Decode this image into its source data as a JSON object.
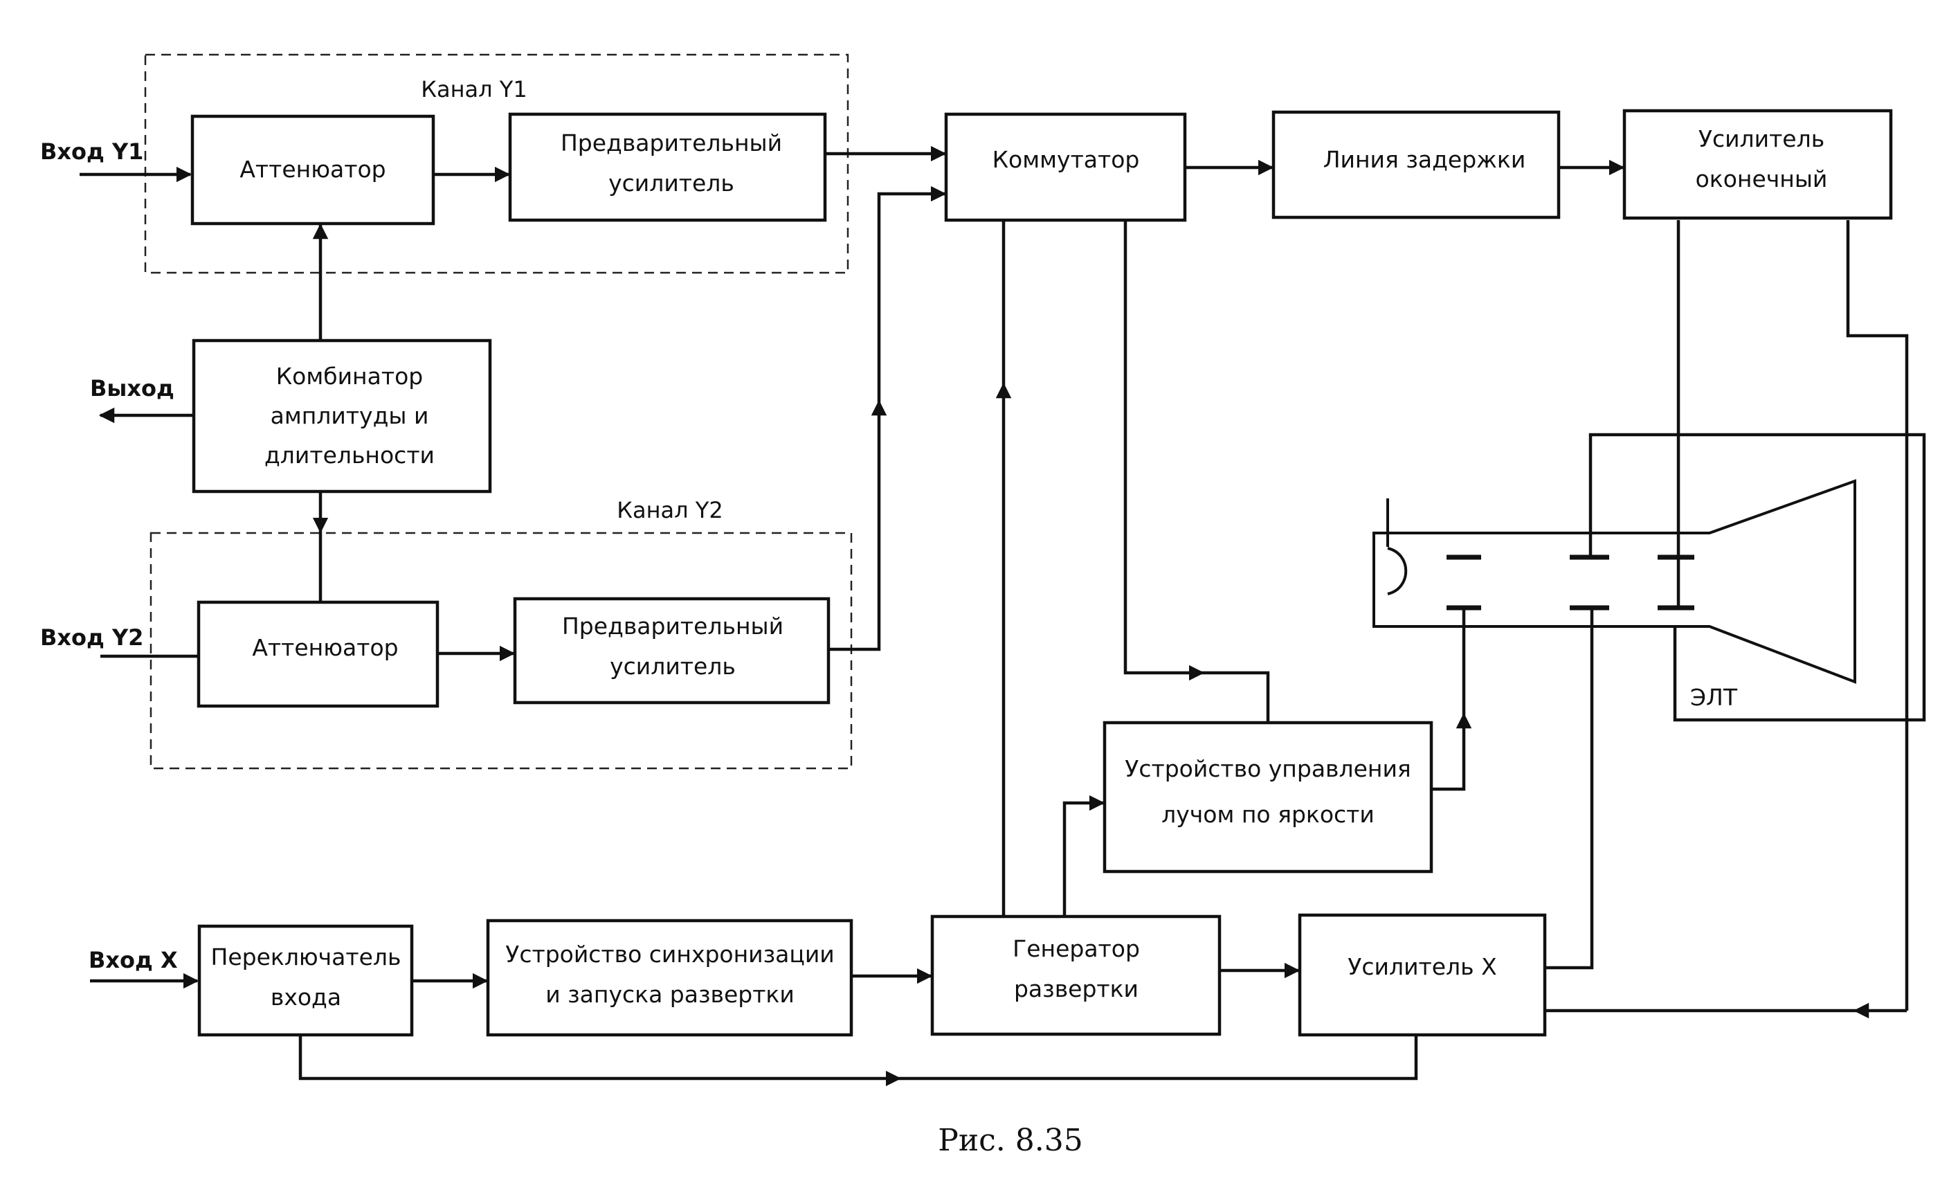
{
  "blocks": {
    "att1": {
      "lines": [
        "Аттенюатор"
      ]
    },
    "pre1": {
      "lines": [
        "Предварительный",
        "усилитель"
      ]
    },
    "kom": {
      "lines": [
        "Коммутатор"
      ]
    },
    "delay": {
      "lines": [
        "Линия задержки"
      ]
    },
    "outamp": {
      "lines": [
        "Усилитель",
        "оконечный"
      ]
    },
    "comb": {
      "lines": [
        "Комбинатор",
        "амплитуды и",
        "длительности"
      ]
    },
    "att2": {
      "lines": [
        "Аттенюатор"
      ]
    },
    "pre2": {
      "lines": [
        "Предварительный",
        "усилитель"
      ]
    },
    "bright": {
      "lines": [
        "Устройство управления",
        "лучом по яркости"
      ]
    },
    "sw": {
      "lines": [
        "Переключатель",
        "входа"
      ]
    },
    "sync": {
      "lines": [
        "Устройство синхронизации",
        "и запуска развертки"
      ]
    },
    "gen": {
      "lines": [
        "Генератор",
        "развертки"
      ]
    },
    "ampx": {
      "lines": [
        "Усилитель X"
      ]
    }
  },
  "groups": {
    "ch1": "Канал Y1",
    "ch2": "Канал Y2"
  },
  "terminals": {
    "in_y1": "Вход Y1",
    "in_y2": "Вход Y2",
    "in_x": "Вход X",
    "out": "Выход"
  },
  "crt_label": "ЭЛТ",
  "caption": "Рис. 8.35"
}
